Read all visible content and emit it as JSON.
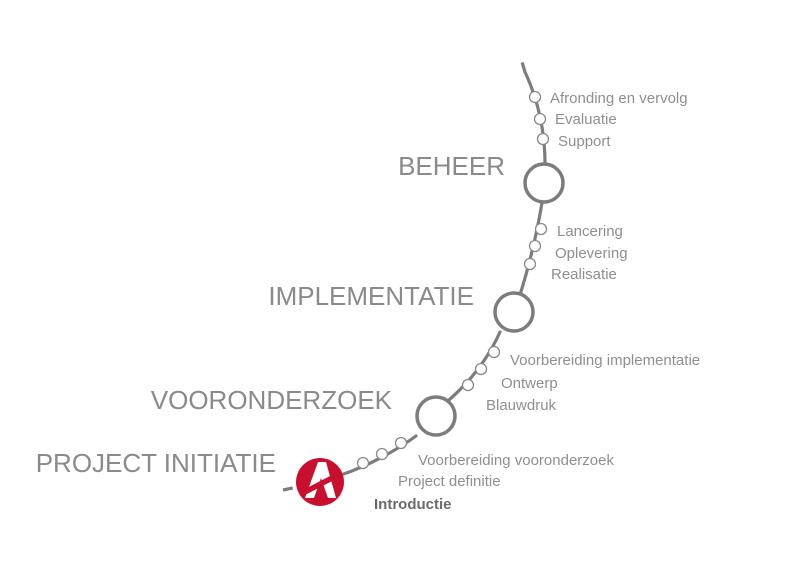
{
  "brand": {
    "accent": "#c8102e",
    "logo_letter": "A",
    "track_color": "#7c7c7c",
    "text_color": "#8a8a8a"
  },
  "phases": [
    {
      "label": "PROJECT INITIATIE",
      "active": true
    },
    {
      "label": "VOORONDERZOEK"
    },
    {
      "label": "IMPLEMENTATIE"
    },
    {
      "label": "BEHEER"
    }
  ],
  "steps": {
    "project_initiatie": [
      "Voorbereiding vooronderzoek",
      "Project definitie",
      "Introductie"
    ],
    "vooronderzoek": [
      "Voorbereiding implementatie",
      "Ontwerp",
      "Blauwdruk"
    ],
    "implementatie": [
      "Lancering",
      "Oplevering",
      "Realisatie"
    ],
    "beheer": [
      "Afronding en vervolg",
      "Evaluatie",
      "Support"
    ]
  },
  "current_step": "Introductie"
}
